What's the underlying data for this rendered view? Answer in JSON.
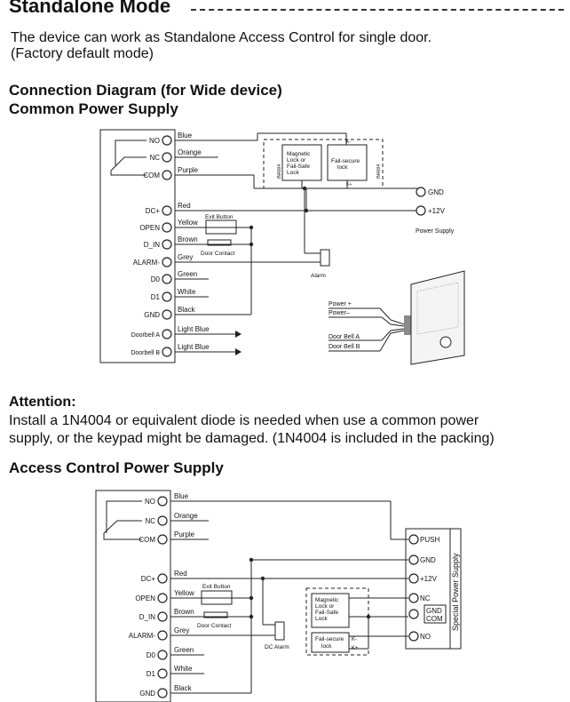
{
  "header": {
    "title": "Standalone Mode",
    "intro_line1": "The device can work as Standalone Access Control for single door.",
    "intro_line2": "(Factory default mode)"
  },
  "section1": {
    "title": "Connection Diagram (for Wide device)",
    "subtitle": "Common Power Supply",
    "terminals": [
      "NO",
      "NC",
      "COM",
      "DC+",
      "OPEN",
      "D_IN",
      "ALARM-",
      "D0",
      "D1",
      "GND",
      "Doorbell A",
      "Doorbell B"
    ],
    "wires": [
      "Blue",
      "Orange",
      "Purple",
      "Red",
      "Yellow",
      "Brown",
      "Grey",
      "Green",
      "White",
      "Black",
      "Light Blue",
      "Light Blue"
    ],
    "exit_button": "Exit Button",
    "door_contact": "Door Contact",
    "alarm": "Alarm",
    "lock1": [
      "Magnetic",
      "Lock or",
      "Fail-Safe",
      "Lock"
    ],
    "lock2": [
      "Fail-secure",
      "lock"
    ],
    "diode": "IN4004",
    "lock_minus": "K-",
    "lock_plus": "K+",
    "psu_gnd": "GND",
    "psu_12v": "+12V",
    "power_supply": "Power Supply",
    "bell_labels": [
      "Power +",
      "Power–",
      "Door Bell  A",
      "Door Bell  B"
    ]
  },
  "attention": {
    "title": "Attention:",
    "line1": "Install a 1N4004 or equivalent diode is needed when use a common power",
    "line2": "supply, or the keypad might be damaged. (1N4004 is included in the packing)"
  },
  "section2": {
    "title": "Access Control Power Supply",
    "terminals": [
      "NO",
      "NC",
      "COM",
      "DC+",
      "OPEN",
      "D_IN",
      "ALARM-",
      "D0",
      "D1",
      "GND"
    ],
    "wires": [
      "Blue",
      "Orange",
      "Purple",
      "Red",
      "Yellow",
      "Brown",
      "Grey",
      "Green",
      "White",
      "Black"
    ],
    "exit_button": "Exit Button",
    "door_contact": "Door Contact",
    "dc_alarm": "DC Alarm",
    "lock1": [
      "Magnetic",
      "Lock or",
      "Fail-Safe",
      "Lock"
    ],
    "lock2": [
      "Fail-secure",
      "lock"
    ],
    "lock_minus": "K-",
    "lock_plus": "K+",
    "psu_terms": [
      "PUSH",
      "GND",
      "+12V",
      "NC",
      "GND",
      "COM",
      "NO"
    ],
    "special_psu": "Special Power Supply"
  },
  "colors": {
    "text": "#111111",
    "line": "#222222",
    "box_fill": "#ffffff",
    "bell_gray": "#8a8a8a"
  }
}
